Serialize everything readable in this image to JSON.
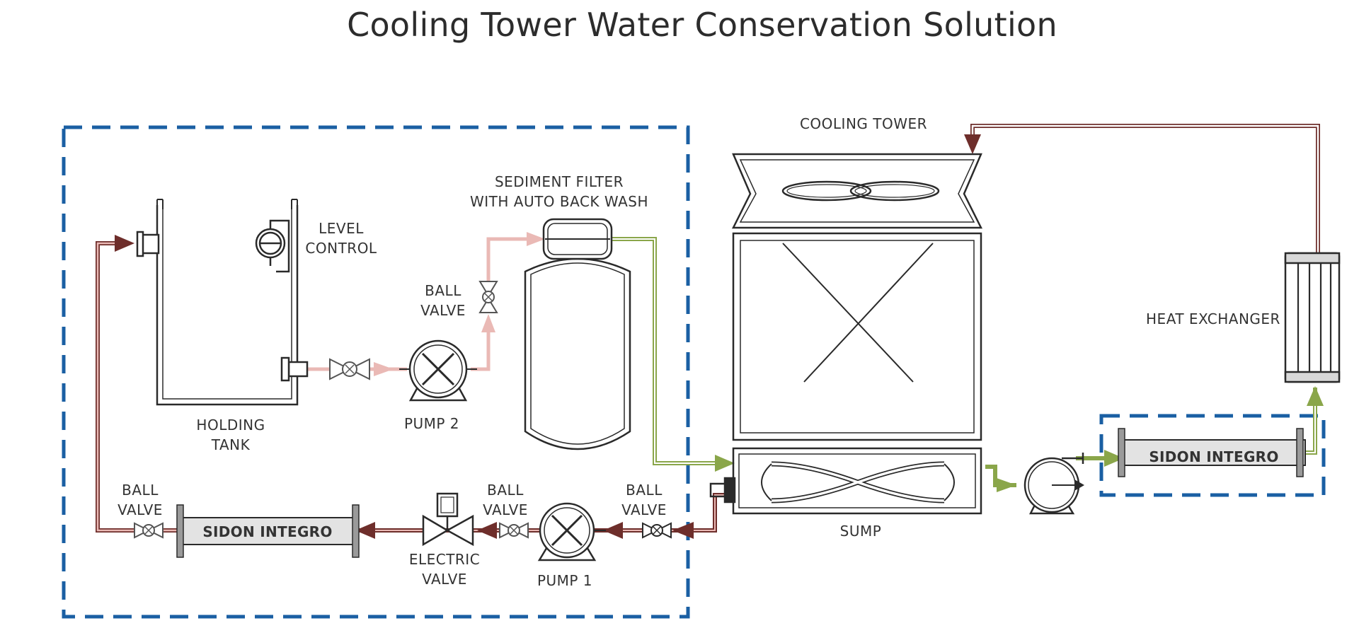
{
  "title": "Cooling Tower Water Conservation Solution",
  "labels": {
    "cooling_tower": "COOLING TOWER",
    "sediment_filter_1": "SEDIMENT FILTER",
    "sediment_filter_2": "WITH AUTO BACK WASH",
    "level_control_1": "LEVEL",
    "level_control_2": "CONTROL",
    "ball_valve_top_1": "BALL",
    "ball_valve_top_2": "VALVE",
    "holding_tank_1": "HOLDING",
    "holding_tank_2": "TANK",
    "pump2": "PUMP 2",
    "heat_exchanger": "HEAT EXCHANGER",
    "sidon_integro_right": "SIDON INTEGRO",
    "sump": "SUMP",
    "ball_valve_left_1": "BALL",
    "ball_valve_left_2": "VALVE",
    "sidon_integro_left": "SIDON INTEGRO",
    "ball_valve_mid_1": "BALL",
    "ball_valve_mid_2": "VALVE",
    "ball_valve_right_1": "BALL",
    "ball_valve_right_2": "VALVE",
    "electric_valve_1": "ELECTRIC",
    "electric_valve_2": "VALVE",
    "pump1": "PUMP 1"
  },
  "colors": {
    "boundary": "#1a5fa3",
    "return_line": "#6e2e2b",
    "pink_line": "#eab9b5",
    "green_line": "#8aa64a",
    "outline": "#2a2a2a",
    "unit_fill": "#e3e3e3"
  }
}
